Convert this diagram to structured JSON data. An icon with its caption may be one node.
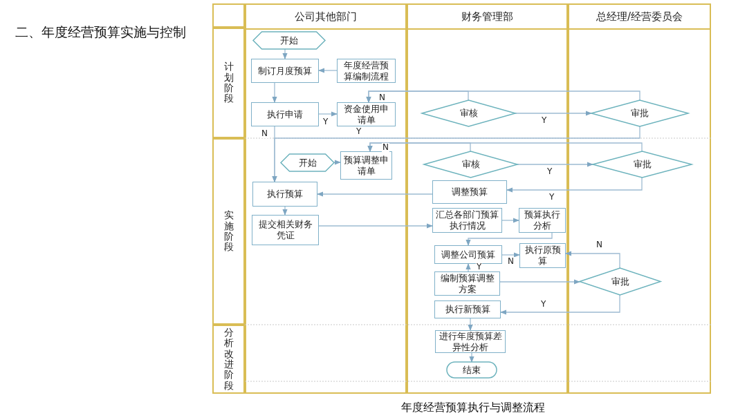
{
  "diagram": {
    "title": "二、年度经营预算实施与控制",
    "caption": "年度经营预算执行与调整流程",
    "nodes": [
      {
        "text": [
          "公司其他部门"
        ]
      },
      {
        "text": [
          "财务管理部"
        ]
      },
      {
        "text": [
          "总经理/经营委员会"
        ]
      },
      {
        "text": [
          "计划阶段"
        ]
      },
      {
        "text": [
          "实施阶段"
        ]
      },
      {
        "text": [
          "分析改进阶段"
        ]
      },
      {
        "text": [
          "开始"
        ],
        "in": 0
      },
      {
        "text": [
          "制订月度预算"
        ],
        "in": 0
      },
      {
        "text": [
          "年度经营预算编制流程"
        ],
        "in": 0
      },
      {
        "text": [
          "执行申请"
        ],
        "in": 0
      },
      {
        "text": [
          "资金使用申请单"
        ],
        "in": 0
      },
      {
        "text": [
          "审核"
        ],
        "in": 1
      },
      {
        "text": [
          "审批"
        ],
        "in": 2
      },
      {
        "text": [
          "开始"
        ],
        "in": 0
      },
      {
        "text": [
          "预算调整申请单"
        ],
        "in": 0
      },
      {
        "text": [
          "审核"
        ],
        "in": 1
      },
      {
        "text": [
          "审批"
        ],
        "in": 2
      },
      {
        "text": [
          "调整预算"
        ],
        "in": 1
      },
      {
        "text": [
          "执行预算"
        ],
        "in": 0
      },
      {
        "text": [
          "提交相关财务凭证"
        ],
        "in": 0
      },
      {
        "text": [
          "汇总各部门预算执行情况"
        ],
        "in": 1
      },
      {
        "text": [
          "预算执行分析"
        ],
        "in": 1
      },
      {
        "text": [
          "调整公司预算"
        ],
        "in": 1
      },
      {
        "text": [
          "执行原预算"
        ],
        "in": 1
      },
      {
        "text": [
          "编制预算调整方案"
        ],
        "in": 1
      },
      {
        "text": [
          "审批"
        ],
        "in": 2
      },
      {
        "text": [
          "执行新预算"
        ],
        "in": 1
      },
      {
        "text": [
          "进行年度预算差异性分析"
        ],
        "in": 1
      },
      {
        "text": [
          "结束"
        ],
        "in": 1
      }
    ],
    "edges": [
      {
        "from": 6,
        "to": 7,
        "arrow": "to"
      },
      {
        "from": 8,
        "to": 7,
        "arrow": "to"
      },
      {
        "from": 7,
        "to": 9,
        "arrow": "to"
      },
      {
        "from": 9,
        "to": 10,
        "arrow": "to",
        "label": "Y"
      },
      {
        "from": 11,
        "to": 10,
        "arrow": "to",
        "label": "N"
      },
      {
        "from": 12,
        "to": 10,
        "arrow": "to"
      },
      {
        "from": 11,
        "to": 12,
        "arrow": "to",
        "label": "Y"
      },
      {
        "from": 9,
        "to": 18,
        "arrow": "to",
        "label": "N"
      },
      {
        "from": 12,
        "to": 18,
        "arrow": "to",
        "label": "Y"
      },
      {
        "from": 13,
        "to": 14,
        "arrow": "to"
      },
      {
        "from": 15,
        "to": 14,
        "arrow": "to",
        "label": "N"
      },
      {
        "from": 16,
        "to": 14,
        "arrow": "to"
      },
      {
        "from": 15,
        "to": 16,
        "arrow": "to",
        "label": "Y"
      },
      {
        "from": 16,
        "to": 17,
        "arrow": "to",
        "label": "Y"
      },
      {
        "from": 17,
        "to": 18,
        "arrow": "to"
      },
      {
        "from": 18,
        "to": 19,
        "arrow": "to"
      },
      {
        "from": 19,
        "to": 20,
        "arrow": "to"
      },
      {
        "from": 20,
        "to": 21,
        "arrow": "to"
      },
      {
        "from": 21,
        "to": 22,
        "arrow": "to"
      },
      {
        "from": 22,
        "to": 23,
        "arrow": "to",
        "label": "N"
      },
      {
        "from": 24,
        "to": 22,
        "arrow": "to",
        "label": "Y"
      },
      {
        "from": 24,
        "to": 25,
        "arrow": "to"
      },
      {
        "from": 25,
        "to": 23,
        "arrow": "to",
        "label": "N"
      },
      {
        "from": 25,
        "to": 26,
        "arrow": "to",
        "label": "Y"
      },
      {
        "from": 26,
        "to": 27,
        "arrow": "to"
      },
      {
        "from": 27,
        "to": 28,
        "arrow": "to"
      }
    ]
  }
}
